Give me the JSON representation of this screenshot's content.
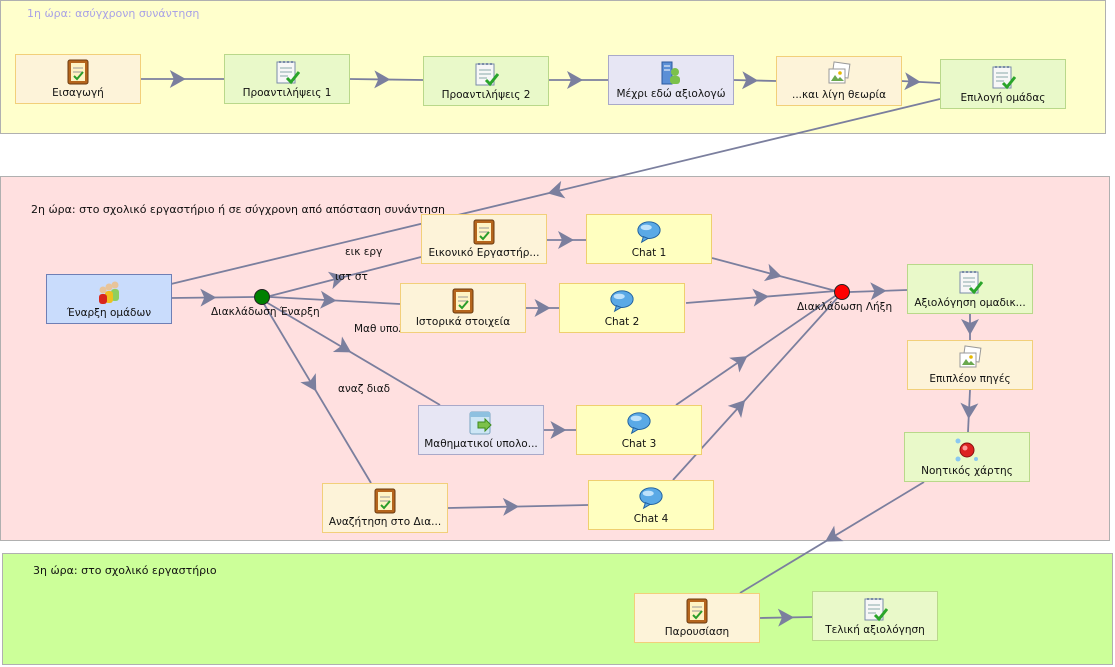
{
  "zones": {
    "z1_title": "1η ώρα: ασύγχρονη συνάντηση",
    "z2_title": "2η ώρα: στο σχολικό εργαστήριο ή σε σύγχρονη από απόσταση συνάντηση",
    "z3_title": "3η ώρα: στο σχολικό εργαστήριο"
  },
  "nodes": {
    "intro": "Εισαγωγή",
    "pre1": "Προαντιλήψεις 1",
    "pre2": "Προαντιλήψεις 2",
    "evalsofar": "Μέχρι εδώ αξιολογώ",
    "theory": "...και λίγη θεωρία",
    "group": "Επιλογή ομάδας",
    "start": "Έναρξη ομάδων",
    "virt": "Εικονικό Εργαστήρ...",
    "hist": "Ιστορικά στοιχεία",
    "math": "Μαθηματικοί υπολο...",
    "search": "Αναζήτηση στο Δια...",
    "chat1": "Chat 1",
    "chat2": "Chat 2",
    "chat3": "Chat 3",
    "chat4": "Chat 4",
    "groupeval": "Αξιολόγηση ομαδικ...",
    "sources": "Επιπλέον πηγές",
    "mindmap": "Νοητικός χάρτης",
    "present": "Παρουσίαση",
    "final": "Τελική αξιολόγηση"
  },
  "gates": {
    "split": "Διακλάδωση Έναρξη",
    "join": "Διακλάδωση Λήξη",
    "split_color": "#008000",
    "join_color": "#ff0000"
  },
  "edge_labels": {
    "eik": "εικ εργ",
    "ist": "ιστ στ",
    "math": "Μαθ υπολ",
    "anaz": "αναζ διαδ"
  },
  "icons": {
    "intro": "notebook-icon",
    "pre1": "checklist-icon",
    "pre2": "checklist-icon",
    "evalsofar": "people-book-icon",
    "theory": "images-icon",
    "group": "checklist-icon",
    "start": "group-people-icon",
    "virt": "notebook-icon",
    "hist": "notebook-icon",
    "math": "tool-arrow-icon",
    "search": "notebook-icon",
    "chat1": "chat-bubble-icon",
    "chat2": "chat-bubble-icon",
    "chat3": "chat-bubble-icon",
    "chat4": "chat-bubble-icon",
    "groupeval": "checklist-icon",
    "sources": "images-icon",
    "mindmap": "mindmap-icon",
    "present": "notebook-icon",
    "final": "checklist-icon"
  },
  "colors": {
    "edge": "#7b7f9e",
    "zone1": "#ffffcc",
    "zone2": "#ffe0e0",
    "zone3": "#ccff99"
  }
}
